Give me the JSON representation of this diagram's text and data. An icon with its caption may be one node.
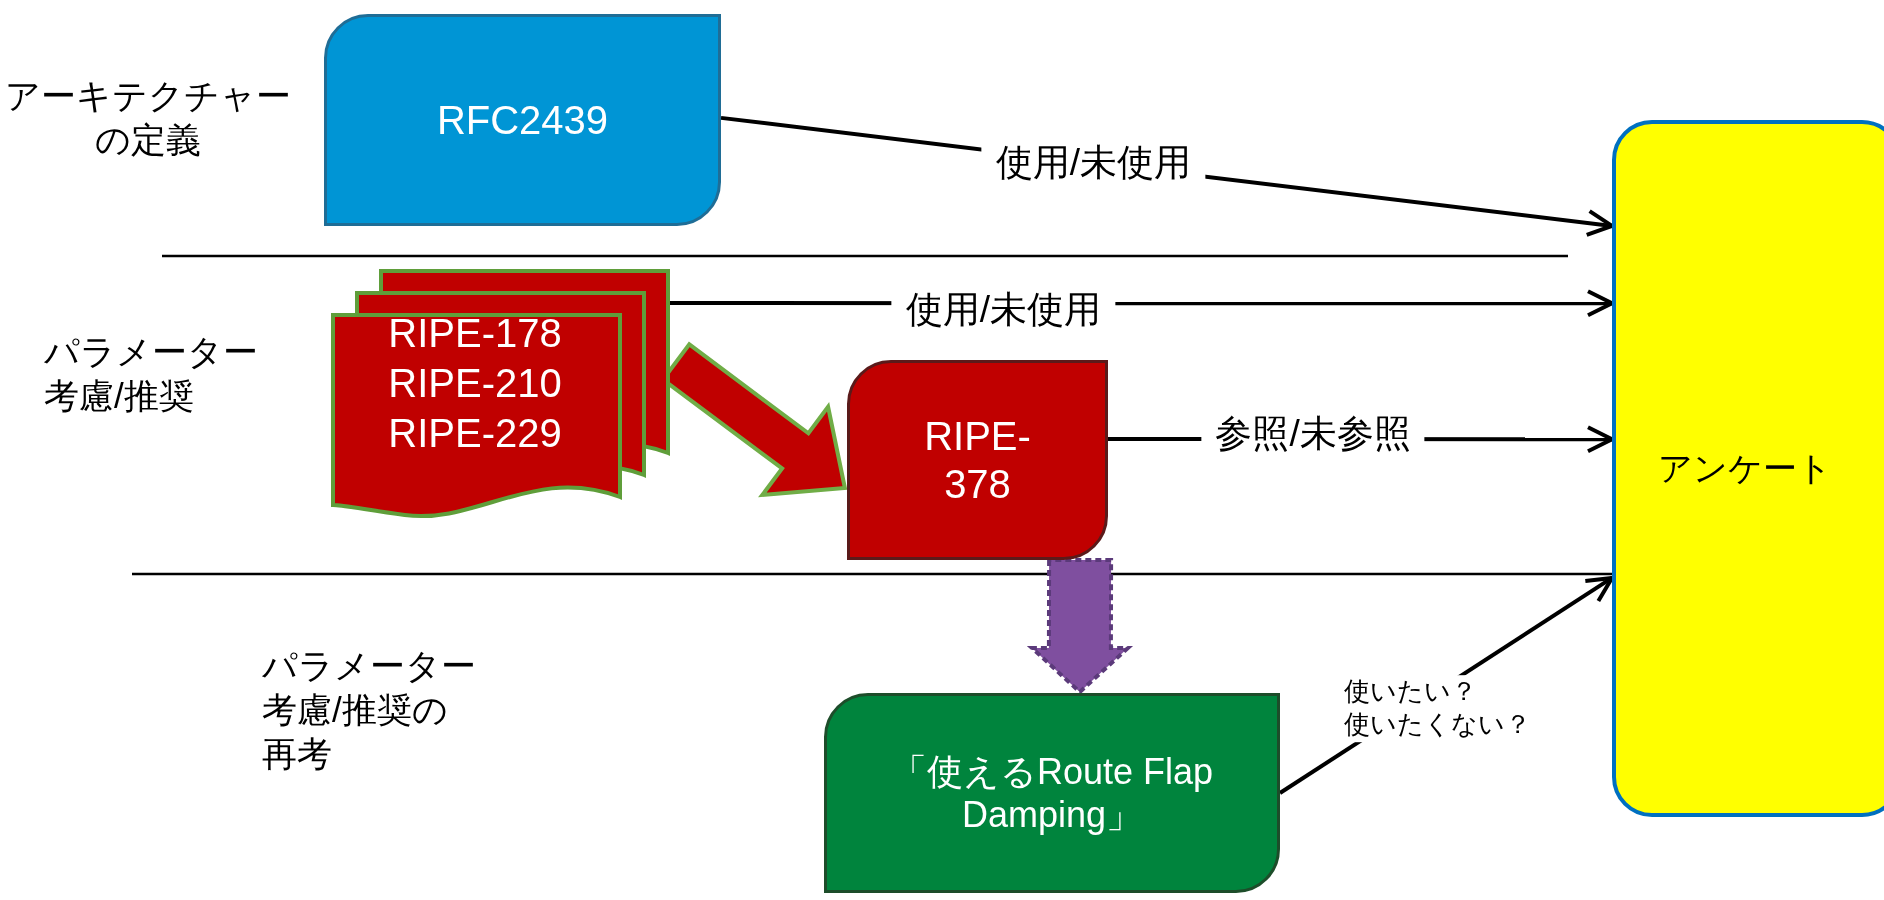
{
  "diagram": {
    "nodes": [
      {
        "text": [
          "RFC2439"
        ]
      },
      {
        "text": [
          "RIPE-178",
          "RIPE-210",
          "RIPE-229"
        ]
      },
      {
        "text": [
          "RIPE-378"
        ]
      },
      {
        "text": [
          "「使えるRoute Flap Damping」"
        ]
      },
      {
        "text": [
          "アンケート"
        ]
      }
    ],
    "edges": [
      {
        "from": 0,
        "to": 4,
        "arrow": "to",
        "label": "使用/未使用"
      },
      {
        "from": 1,
        "to": 4,
        "arrow": "to",
        "label": "使用/未使用"
      },
      {
        "from": 1,
        "to": 2,
        "arrow": "to",
        "style": "thick",
        "color": "#c00000"
      },
      {
        "from": 2,
        "to": 4,
        "arrow": "to",
        "label": "参照/未参照"
      },
      {
        "from": 2,
        "to": 3,
        "arrow": "to",
        "style": "dashed",
        "color": "#7f4f9f"
      },
      {
        "from": 3,
        "to": 4,
        "arrow": "to",
        "label": "使いたい？使いたくない？"
      }
    ],
    "labels": [
      "アーキテクチャーの定義",
      "パラメーター考慮/推奨",
      "パラメーター考慮/推奨の再考"
    ]
  }
}
